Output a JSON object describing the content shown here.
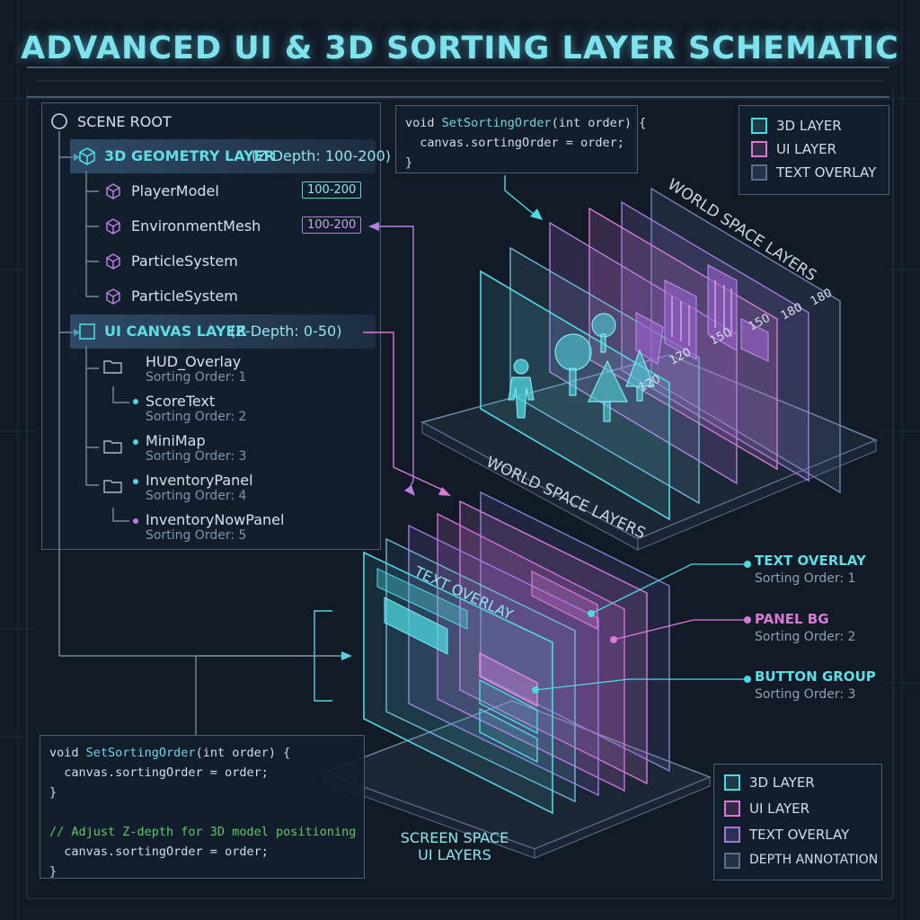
{
  "title": "ADVANCED UI & 3D SORTING LAYER SCHEMATIC",
  "colors": {
    "teal": "#4fd8e0",
    "pink": "#d87ad8",
    "purple": "#9d7ae0",
    "slate": "#5a6e8c",
    "background": "#121a26"
  },
  "hierarchy": {
    "root_label": "SCENE ROOT",
    "geometry_layer": {
      "label": "3D GEOMETRY LAYER",
      "depth": "(Z-Depth: 100-200)",
      "icon": "cube-icon",
      "children": [
        {
          "name": "PlayerModel",
          "badge": "100-200"
        },
        {
          "name": "EnvironmentMesh",
          "badge": "100-200"
        },
        {
          "name": "ParticleSystem",
          "badge": ""
        },
        {
          "name": "ParticleSystem",
          "badge": ""
        }
      ]
    },
    "ui_layer": {
      "label": "UI CANVAS LAYER",
      "depth": "(Z-Depth: 0-50)",
      "icon": "square-icon",
      "children": [
        {
          "name": "HUD_Overlay",
          "order": "Sorting Order: 1"
        },
        {
          "name": "ScoreText",
          "order": "Sorting Order: 2"
        },
        {
          "name": "MiniMap",
          "order": "Sorting Order: 3"
        },
        {
          "name": "InventoryPanel",
          "order": "Sorting Order: 4"
        },
        {
          "name": "InventoryNowPanel",
          "order": "Sorting Order: 5"
        }
      ]
    }
  },
  "code_top": {
    "line1_kw": "void ",
    "line1_fn": "SetSortingOrder",
    "line1_rest": "(int order) {",
    "line2": "  canvas.sortingOrder = order;",
    "line3": "}"
  },
  "code_bottom": {
    "line1_kw": "void ",
    "line1_fn": "SetSortingOrder",
    "line1_rest": "(int order) {",
    "line2": "  canvas.sortingOrder = order;",
    "line3": "}",
    "line5": "// Adjust Z-depth for 3D model positioning",
    "line6": "  canvas.sortingOrder = order;",
    "line7": "}"
  },
  "legend_top": [
    "3D LAYER",
    "UI LAYER",
    "TEXT OVERLAY"
  ],
  "legend_bottom": [
    "3D LAYER",
    "UI LAYER",
    "TEXT OVERLAY",
    "DEPTH ANNOTATION"
  ],
  "world": {
    "label_top": "WORLD SPACE LAYERS",
    "label_bottom": "WORLD SPACE LAYERS",
    "depth_labels": [
      "120",
      "120",
      "150",
      "150",
      "180",
      "180"
    ]
  },
  "screen": {
    "overlay_label": "TEXT OVERLAY",
    "caption_line1": "SCREEN SPACE",
    "caption_line2": "UI LAYERS"
  },
  "annotations": [
    {
      "title": "TEXT OVERLAY",
      "sub": "Sorting Order: 1"
    },
    {
      "title": "PANEL BG",
      "sub": "Sorting Order: 2"
    },
    {
      "title": "BUTTON GROUP",
      "sub": "Sorting Order: 3"
    }
  ]
}
